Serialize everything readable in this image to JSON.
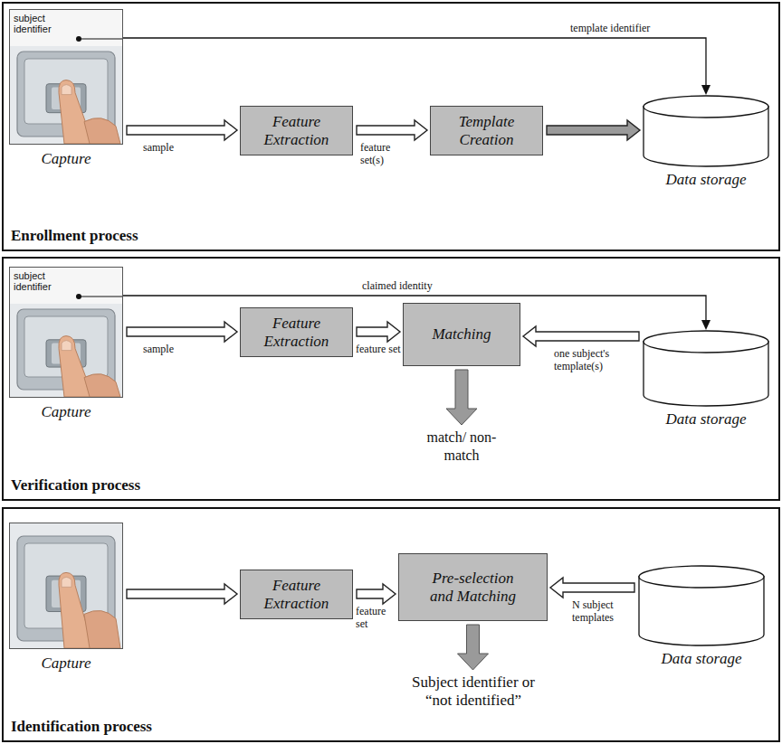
{
  "diagram": {
    "nodes": [
      {
        "text": [
          "Enrollment process"
        ]
      },
      {
        "text": [
          "subject identifier",
          "Capture"
        ],
        "in": 0
      },
      {
        "text": [
          "Feature Extraction"
        ],
        "in": 0
      },
      {
        "text": [
          "Template Creation"
        ],
        "in": 0
      },
      {
        "text": [
          "Data storage"
        ],
        "in": 0
      },
      {
        "text": [
          "Verification process"
        ]
      },
      {
        "text": [
          "subject identifier",
          "Capture"
        ],
        "in": 5
      },
      {
        "text": [
          "Feature Extraction"
        ],
        "in": 5
      },
      {
        "text": [
          "Matching"
        ],
        "in": 5
      },
      {
        "text": [
          "Data storage"
        ],
        "in": 5
      },
      {
        "text": [
          "Identification process"
        ]
      },
      {
        "text": [
          "Capture"
        ],
        "in": 10
      },
      {
        "text": [
          "Feature Extraction"
        ],
        "in": 10
      },
      {
        "text": [
          "Pre-selection and Matching"
        ],
        "in": 10
      },
      {
        "text": [
          "Data storage"
        ],
        "in": 10
      }
    ],
    "edges": [
      {
        "from": 1,
        "to": 2,
        "arrow": "to",
        "label": "sample"
      },
      {
        "from": 2,
        "to": 3,
        "arrow": "to",
        "label": "feature set(s)"
      },
      {
        "from": 3,
        "to": 4,
        "arrow": "to"
      },
      {
        "from": 1,
        "to": 4,
        "arrow": "to",
        "label": "template identifier"
      },
      {
        "from": 6,
        "to": 7,
        "arrow": "to",
        "label": "sample"
      },
      {
        "from": 7,
        "to": 8,
        "arrow": "to",
        "label": "feature set"
      },
      {
        "from": 9,
        "to": 8,
        "arrow": "to",
        "label": "one subject's template(s)"
      },
      {
        "from": 6,
        "to": 9,
        "arrow": "to",
        "label": "claimed identity"
      },
      {
        "from": 11,
        "to": 12,
        "arrow": "to"
      },
      {
        "from": 12,
        "to": 13,
        "arrow": "to",
        "label": "feature set"
      },
      {
        "from": 14,
        "to": 13,
        "arrow": "to",
        "label": "N subject templates"
      }
    ],
    "labels": [
      "match/ non-match",
      "Subject identifier or “not identified”"
    ]
  }
}
